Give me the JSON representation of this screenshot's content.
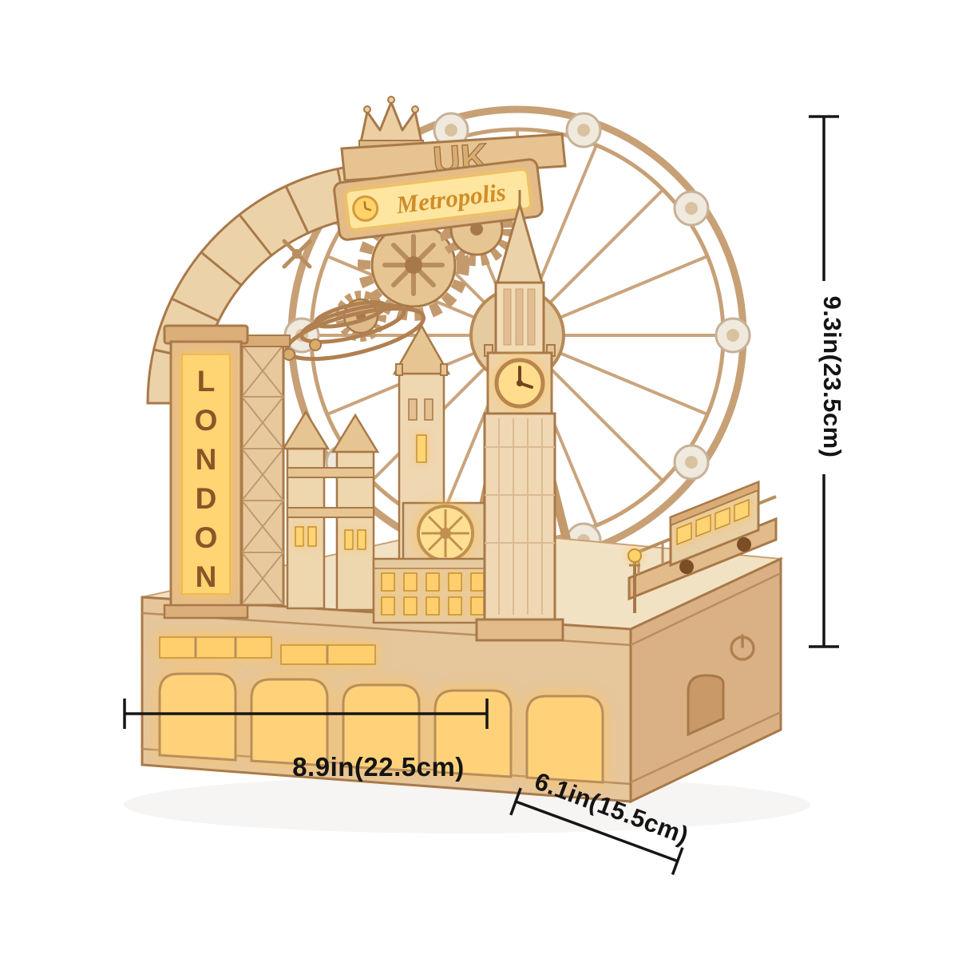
{
  "product": {
    "signs": {
      "uk": "UK",
      "metropolis": "Metropolis",
      "london_letters": [
        "L",
        "O",
        "N",
        "D",
        "O",
        "N"
      ]
    },
    "colors": {
      "background": "#ffffff",
      "wood_light": "#f0d8b4",
      "wood_mid": "#e6c69b",
      "wood_dark": "#b98e5e",
      "outline": "#a87948",
      "glow": "#ffd473",
      "glow_bright": "#ffcf6e",
      "dimension_line": "#161616"
    }
  },
  "dimensions": {
    "height": "9.3in(23.5cm)",
    "width": "8.9in(22.5cm)",
    "depth": "6.1in(15.5cm)"
  }
}
